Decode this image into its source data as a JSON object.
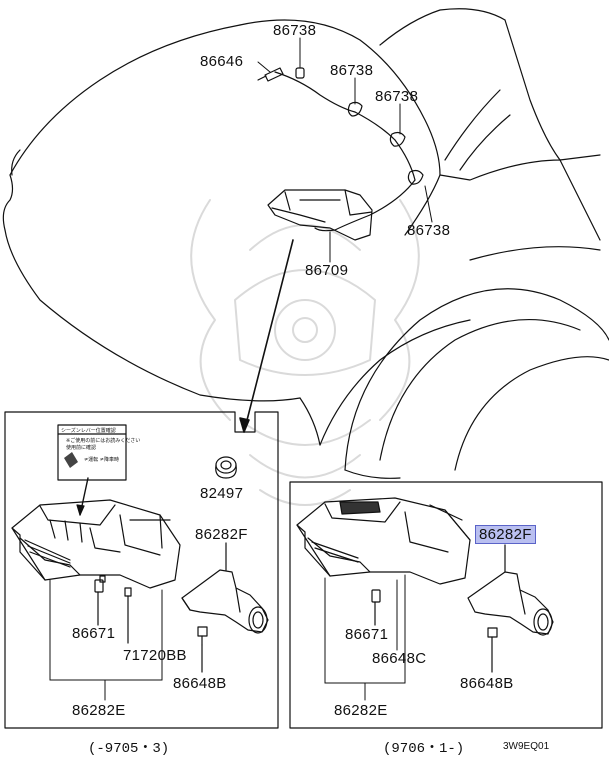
{
  "callouts": {
    "main": {
      "switch_86646": "86646",
      "bulb_top": "86738",
      "bulb_upper_mid": "86738",
      "bulb_mid_right": "86738",
      "bulb_lower_right": "86738",
      "harness_86709": "86709"
    },
    "left_panel": {
      "grommet": "82497",
      "bracket": "86282F",
      "lamp_socket": "86671",
      "screw_71720": "71720BB",
      "bolt": "86648B",
      "lamp_assy": "86282E",
      "caution_sticker": [
        "シーズンレバー位置確認",
        "※ご使用の前にはお読みください",
        "使用前に確認",
        "≠運転 ≠降車時"
      ]
    },
    "right_panel": {
      "bracket_highlighted": "86282F",
      "lamp_socket": "86671",
      "screw_c": "86648C",
      "bolt": "86648B",
      "lamp_assy": "86282E"
    }
  },
  "footer": {
    "left_range": "(-9705・3)",
    "right_range": "(9706・1-)",
    "diagram_code": "3W9EQ01"
  },
  "colors": {
    "line": "#111111",
    "highlight_fill": "#b9bff0",
    "highlight_border": "#5a63c8",
    "watermark": "#d9d9d9"
  }
}
